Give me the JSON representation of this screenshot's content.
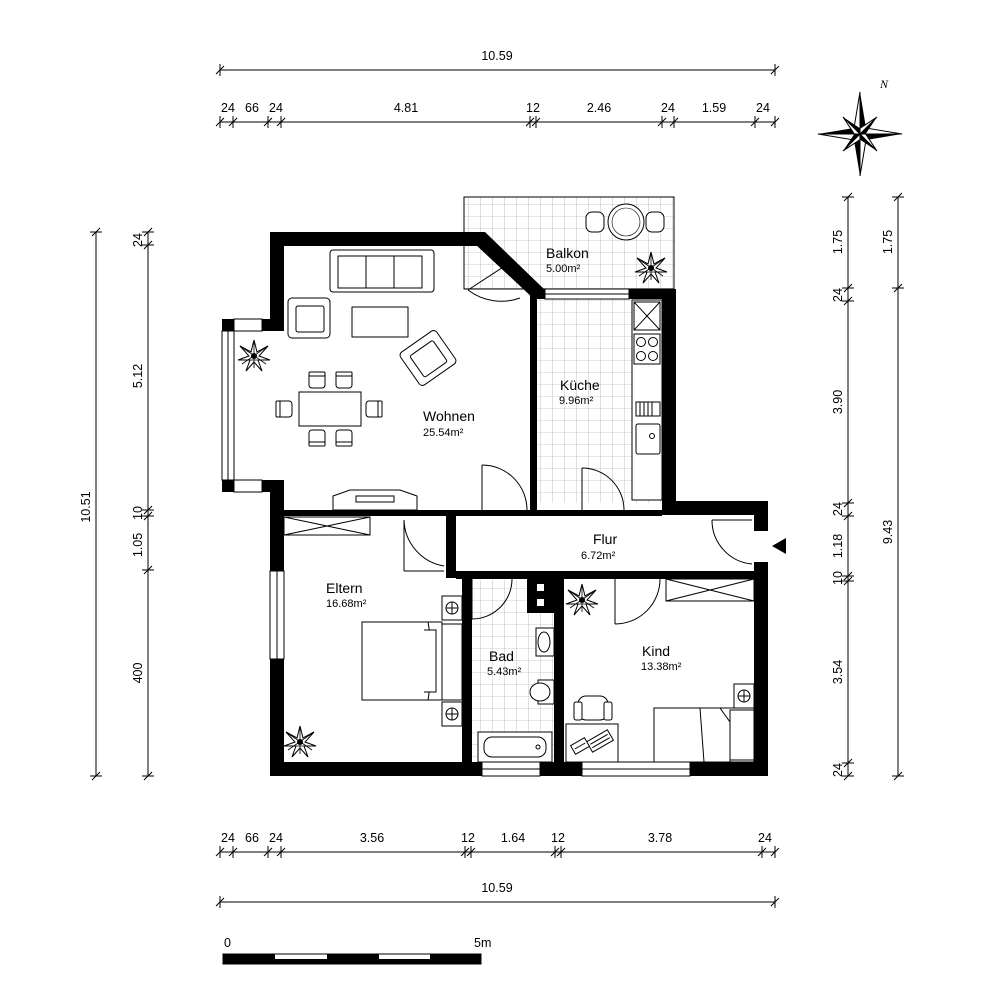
{
  "dimensions": {
    "top_total": "10.59",
    "top_segments": [
      "24",
      "66",
      "24",
      "4.81",
      "12",
      "2.46",
      "24",
      "1.59",
      "24"
    ],
    "bottom_segments": [
      "24",
      "66",
      "24",
      "3.56",
      "12",
      "1.64",
      "12",
      "3.78",
      "24"
    ],
    "bottom_total": "10.59",
    "left_total": "10.51",
    "left_segments": [
      "24",
      "5.12",
      "10",
      "1.05",
      "400"
    ],
    "right_segments": [
      "1.75",
      "24",
      "3.90",
      "24",
      "1.18",
      "10",
      "3.54",
      "24"
    ],
    "right_segments_outer": [
      "1.75",
      "9.43"
    ]
  },
  "rooms": [
    {
      "name": "Balkon",
      "area": "5.00m²"
    },
    {
      "name": "Wohnen",
      "area": "25.54m²"
    },
    {
      "name": "Küche",
      "area": "9.96m²"
    },
    {
      "name": "Flur",
      "area": "6.72m²"
    },
    {
      "name": "Eltern",
      "area": "16.68m²"
    },
    {
      "name": "Bad",
      "area": "5.43m²"
    },
    {
      "name": "Kind",
      "area": "13.38m²"
    }
  ],
  "compass": {
    "label": "N"
  },
  "scale_bar": {
    "start": "0",
    "end": "5m"
  },
  "colors": {
    "walls": "#000000",
    "tiles": "#9a9a9a",
    "background": "#ffffff"
  }
}
